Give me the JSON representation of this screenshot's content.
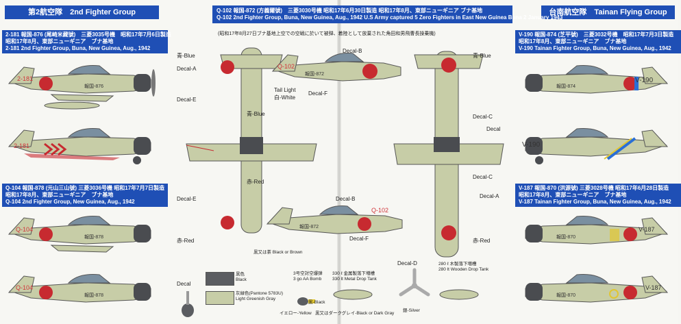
{
  "left_section": {
    "title": "第2航空隊　2nd Fighter Group",
    "aircraft": [
      {
        "code_jp": "2-181 報国-876 (尾崎米藏號)　三菱3035号機　昭和17年7月6日製造",
        "loc_jp": "昭和17年8月、東部ニューギニア　ブナ基地",
        "caption_en": "2-181 2nd Fighter Group, Buna, New Guinea, Aug., 1942",
        "tail": "2-181",
        "fuselage": "報国-876"
      },
      {
        "code_jp": "Q-104 報国-878 (元山三山號) 三菱3036号機 昭和17年7月7日製造",
        "loc_jp": "昭和17年8月、東部ニューギニア　ブナ基地",
        "caption_en": "Q-104 2nd Fighter Group, New Guinea, Aug., 1942",
        "tail": "Q-104",
        "fuselage": "報国-878"
      }
    ]
  },
  "center_section": {
    "header_line1": "Q-102 報国-872 (方義爾號)　三菱3030号機 昭和17年6月30日製造 昭和17年8月、東部ニューギニア ブナ基地",
    "header_line2": "Q-102 2nd Fighter Group, Buna, New Guinea, Aug., 1942  U.S Army captured 5 Zero Fighters in East New Guinea Buna 2 January 1943",
    "note": "(昭和17年8月27日ブナ基地上空での空戦に於いて被弾、着陸として放棄された角田和男飛曹長操乗機)",
    "tail": "Q-102",
    "fuselage": "報国-872",
    "labels": {
      "blue": "青-Blue",
      "decal_a": "Decal-A",
      "decal_b": "Decal-B",
      "decal_c": "Decal-C",
      "decal_e": "Decal-E",
      "decal_f": "Decal-F",
      "decal": "Decal",
      "red": "赤-Red",
      "tail_light": "Tail Light",
      "white": "白-White",
      "black_brown": "黒又は茶\nBlack or Brown"
    }
  },
  "legend": {
    "black_jp": "黒色",
    "black_en": "Black",
    "green_jp": "灰緑色(Pantone 5783U)",
    "green_en": "Light Greenish Gray",
    "bomb_jp": "3号空対空爆弾",
    "bomb_en": "3 go AA Bomb",
    "tank330_jp": "330 ℓ 金属製落下増槽",
    "tank330_en": "330 lt Metal Drop Tank",
    "tank280_jp": "280 ℓ 木製落下増槽",
    "tank280_en": "280 lt Wooden Drop Tank",
    "black_lbl": "黒-Black",
    "yellow": "イエロー-Yellow",
    "dark_gray": "黒又はダークグレイ-Black or Dark Gray",
    "silver": "銀-Silver",
    "decal_d": "Decal-D"
  },
  "right_section": {
    "title": "台南航空隊　Tainan Flying Group",
    "aircraft": [
      {
        "code_jp": "V-190 報国-874 (芝平號)　三菱3032号機　昭和17年7月3日製造",
        "loc_jp": "昭和17年8月、東部ニューギニア　ブナ基地",
        "caption_en": "V-190 Tainan Fighter Group, Buna, New Guinea, Aug., 1942",
        "tail": "V-190",
        "fuselage": "報国-874"
      },
      {
        "code_jp": "V-187 報国-870 (洪源號) 三菱3028号機 昭和17年6月28日製造",
        "loc_jp": "昭和17年8月、東部ニューギニア　ブナ基地",
        "caption_en": "V-187 Tainan Fighter Group, Buna, New Guinea, Aug., 1942",
        "tail": "V-187",
        "fuselage": "報国-870"
      }
    ]
  },
  "colors": {
    "header_blue": "#1f4fb5",
    "airframe": "#c7cda7",
    "cowling": "#4a4c50",
    "hinomaru": "#c72a30",
    "tail_code_red": "#d0343a",
    "stripe_blue": "#2a6fd6",
    "fuselage_band_yellow": "#e1c631"
  },
  "icons": [
    "zero-fighter-side-view",
    "zero-fighter-plan-view",
    "propeller",
    "drop-tank",
    "bomb"
  ]
}
